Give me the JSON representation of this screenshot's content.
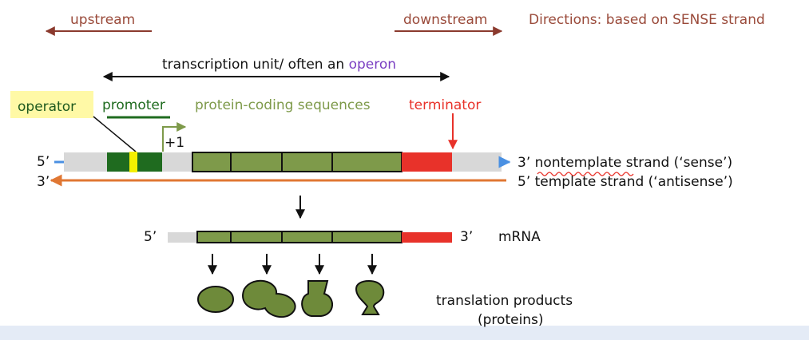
{
  "directions": {
    "upstream": "upstream",
    "downstream": "downstream",
    "note": "Directions: based on SENSE strand"
  },
  "transcription_unit": {
    "label_prefix": "transcription unit/ often an ",
    "label_highlight": "operon"
  },
  "regions": {
    "operator": "operator",
    "promoter": "promoter",
    "coding": "protein-coding sequences",
    "terminator": "terminator",
    "start_site": "+1"
  },
  "dna": {
    "top_5prime": "5’",
    "bottom_3prime": "3’",
    "sense_end": "3’",
    "sense_word": "nontemplate",
    "sense_rest": " strand (‘sense’)",
    "antisense_label": "5’ template strand (‘antisense’)"
  },
  "mrna": {
    "five_prime": "5’",
    "three_prime": "3’",
    "label": "mRNA"
  },
  "products": {
    "line1": "translation products",
    "line2": "(proteins)"
  },
  "colors": {
    "direction_text": "#9a4a3a",
    "direction_arrow": "#8b3a2e",
    "operon_purple": "#7a3fc2",
    "operator_highlight": "#fff9a6",
    "operator_bar": "#f4f000",
    "promoter_green": "#1f6b1f",
    "coding_green": "#7e9a4a",
    "terminator_red": "#e8322a",
    "strand_gray": "#d8d8d8",
    "antisense_orange": "#e07733",
    "sense_blue": "#4a90e2"
  }
}
